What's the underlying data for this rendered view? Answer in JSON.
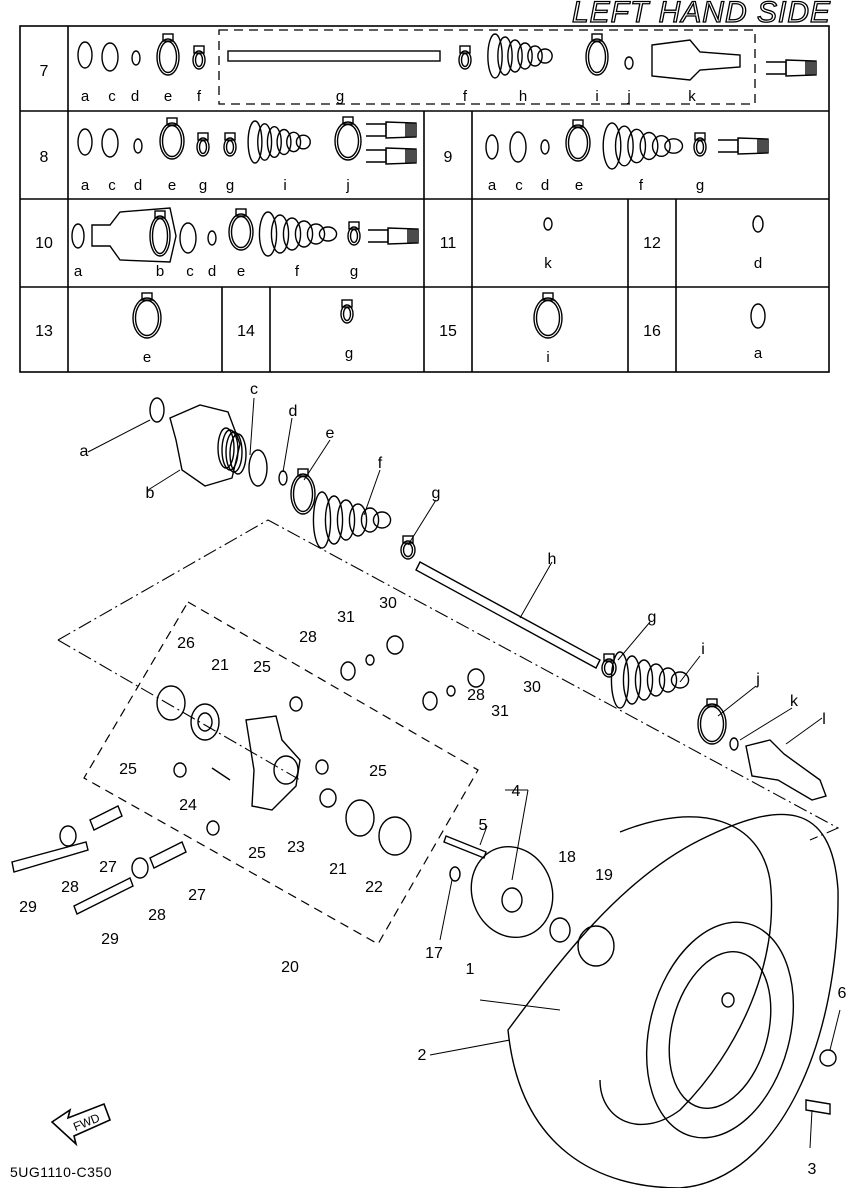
{
  "title": "LEFT HAND SIDE",
  "diagram_code": "5UG1110-C350",
  "fwd_label": "FWD",
  "kit_table": [
    {
      "no": "7",
      "letters": [
        "a",
        "c",
        "d",
        "e",
        "f",
        "g",
        "f",
        "h",
        "i",
        "j",
        "k"
      ]
    },
    {
      "no": "8",
      "letters": [
        "a",
        "c",
        "d",
        "e",
        "g",
        "g",
        "i",
        "j"
      ]
    },
    {
      "no": "9",
      "letters": [
        "a",
        "c",
        "d",
        "e",
        "f",
        "g"
      ]
    },
    {
      "no": "10",
      "letters": [
        "a",
        "b",
        "c",
        "d",
        "e",
        "f",
        "g"
      ]
    },
    {
      "no": "11",
      "letters": [
        "k"
      ]
    },
    {
      "no": "12",
      "letters": [
        "d"
      ]
    },
    {
      "no": "13",
      "letters": [
        "e"
      ]
    },
    {
      "no": "14",
      "letters": [
        "g"
      ]
    },
    {
      "no": "15",
      "letters": [
        "i"
      ]
    },
    {
      "no": "16",
      "letters": [
        "a"
      ]
    }
  ],
  "exploded_letters": [
    "a",
    "b",
    "c",
    "d",
    "e",
    "f",
    "g",
    "h",
    "g",
    "i",
    "j",
    "k",
    "l"
  ],
  "part_numbers": [
    "1",
    "2",
    "3",
    "4",
    "5",
    "6",
    "17",
    "18",
    "19",
    "20",
    "21",
    "21",
    "22",
    "23",
    "24",
    "25",
    "25",
    "25",
    "25",
    "26",
    "27",
    "27",
    "28",
    "28",
    "28",
    "28",
    "29",
    "29",
    "30",
    "30",
    "31",
    "31"
  ]
}
